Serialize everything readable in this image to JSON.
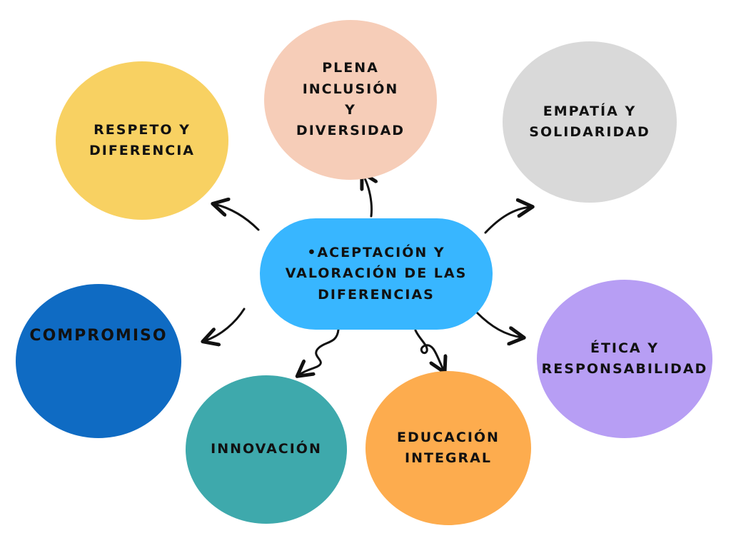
{
  "center": {
    "label": "•Aceptación y\nvaloración de las\ndiferencias",
    "color": "#38b6ff"
  },
  "nodes": {
    "respeto": {
      "label": "Respeto y\ndiferencia",
      "color": "#f8d162"
    },
    "inclusion": {
      "label": "Plena\ninclusión\ny\ndiversidad",
      "color": "#f6cdb8"
    },
    "empatia": {
      "label": "Empatía y\nsolidaridad",
      "color": "#d9d9d9"
    },
    "compromiso": {
      "label": "Compromiso",
      "color": "#0f6bc3"
    },
    "etica": {
      "label": "Ética y\nresponsabilidad",
      "color": "#b79ef4"
    },
    "innovacion": {
      "label": "Innovación",
      "color": "#3ea9ac"
    },
    "educacion": {
      "label": "Educación\nintegral",
      "color": "#fdac4e"
    }
  },
  "arrow_color": "#111111"
}
